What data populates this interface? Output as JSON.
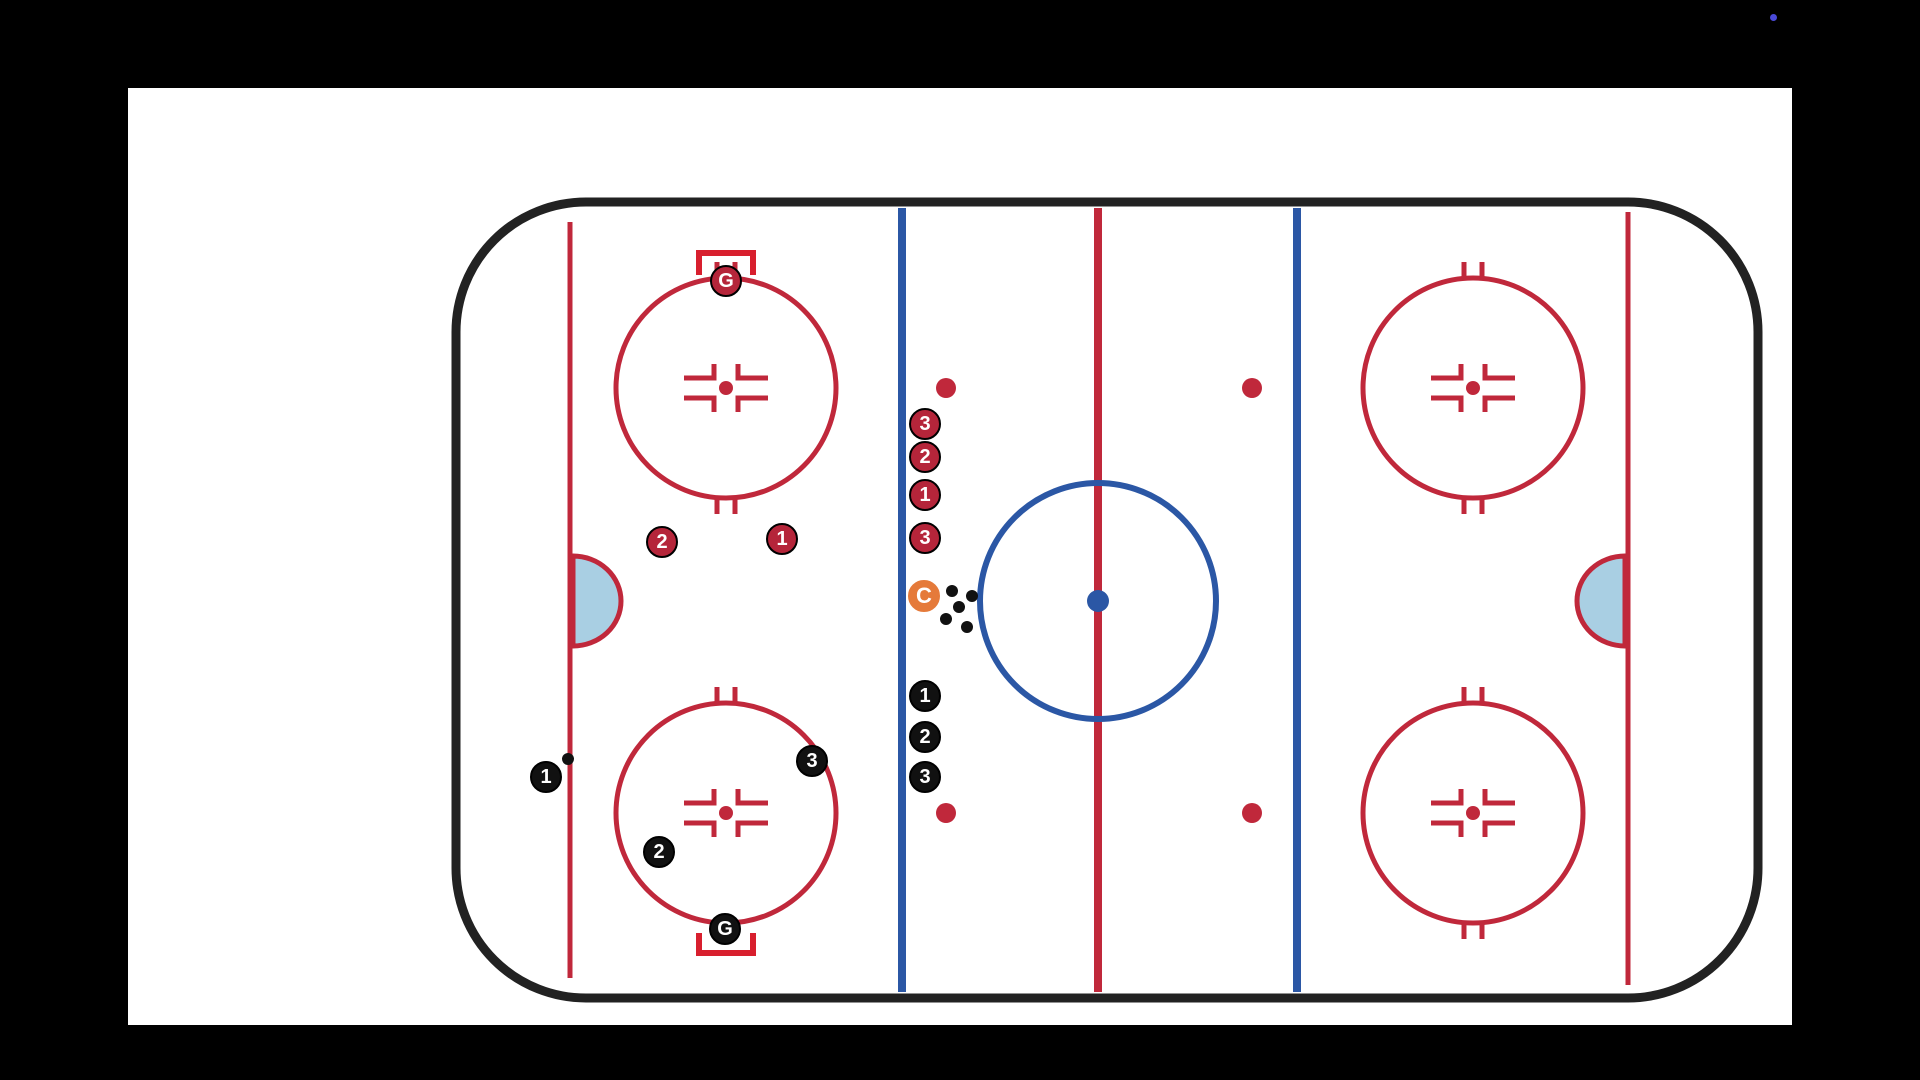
{
  "colors": {
    "background": "#000000",
    "board": "#ffffff",
    "boards_outline": "#222222",
    "red_line": "#c0283b",
    "blue_line": "#2b57a5",
    "crease": "#a9cfe3",
    "red_team": "#b5253a",
    "black_team": "#111111",
    "coach": "#e57a3a"
  },
  "markers": {
    "red_goalie": "G",
    "red_defense_1": "2",
    "red_defense_2": "1",
    "red_line_1": "3",
    "red_line_2": "2",
    "red_line_3": "1",
    "red_line_4": "3",
    "coach": "C",
    "black_line_1": "1",
    "black_line_2": "2",
    "black_line_3": "3",
    "black_wing": "1",
    "black_forward_3": "3",
    "black_forward_2": "2",
    "black_goalie": "G"
  },
  "icons": {
    "indicator": "status-dot-icon",
    "puck": "puck-icon"
  }
}
